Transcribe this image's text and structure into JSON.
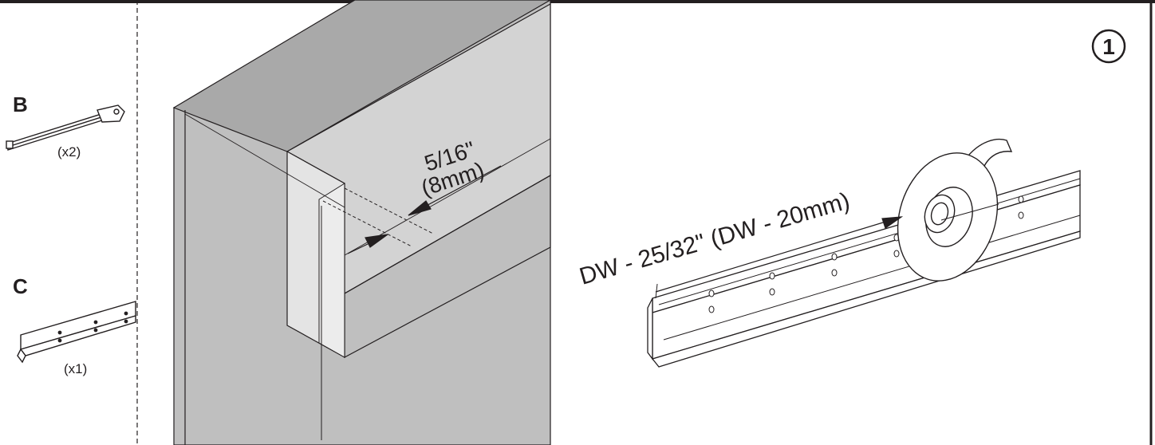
{
  "parts_panel": {
    "part_b": {
      "letter": "B",
      "qty": "(x2)"
    },
    "part_c": {
      "letter": "C",
      "qty": "(x1)"
    }
  },
  "step_number": "1",
  "inset_dimension": {
    "line1": "5/16\"",
    "line2": "(8mm)"
  },
  "cut_length": "DW - 25/32\" (DW - 20mm)",
  "colors": {
    "line": "#231f20",
    "board_face": "#bfbfbf",
    "board_top": "#d3d3d3",
    "board_shadow": "#a6a6a6",
    "drawer_front": "#e4e4e4"
  }
}
